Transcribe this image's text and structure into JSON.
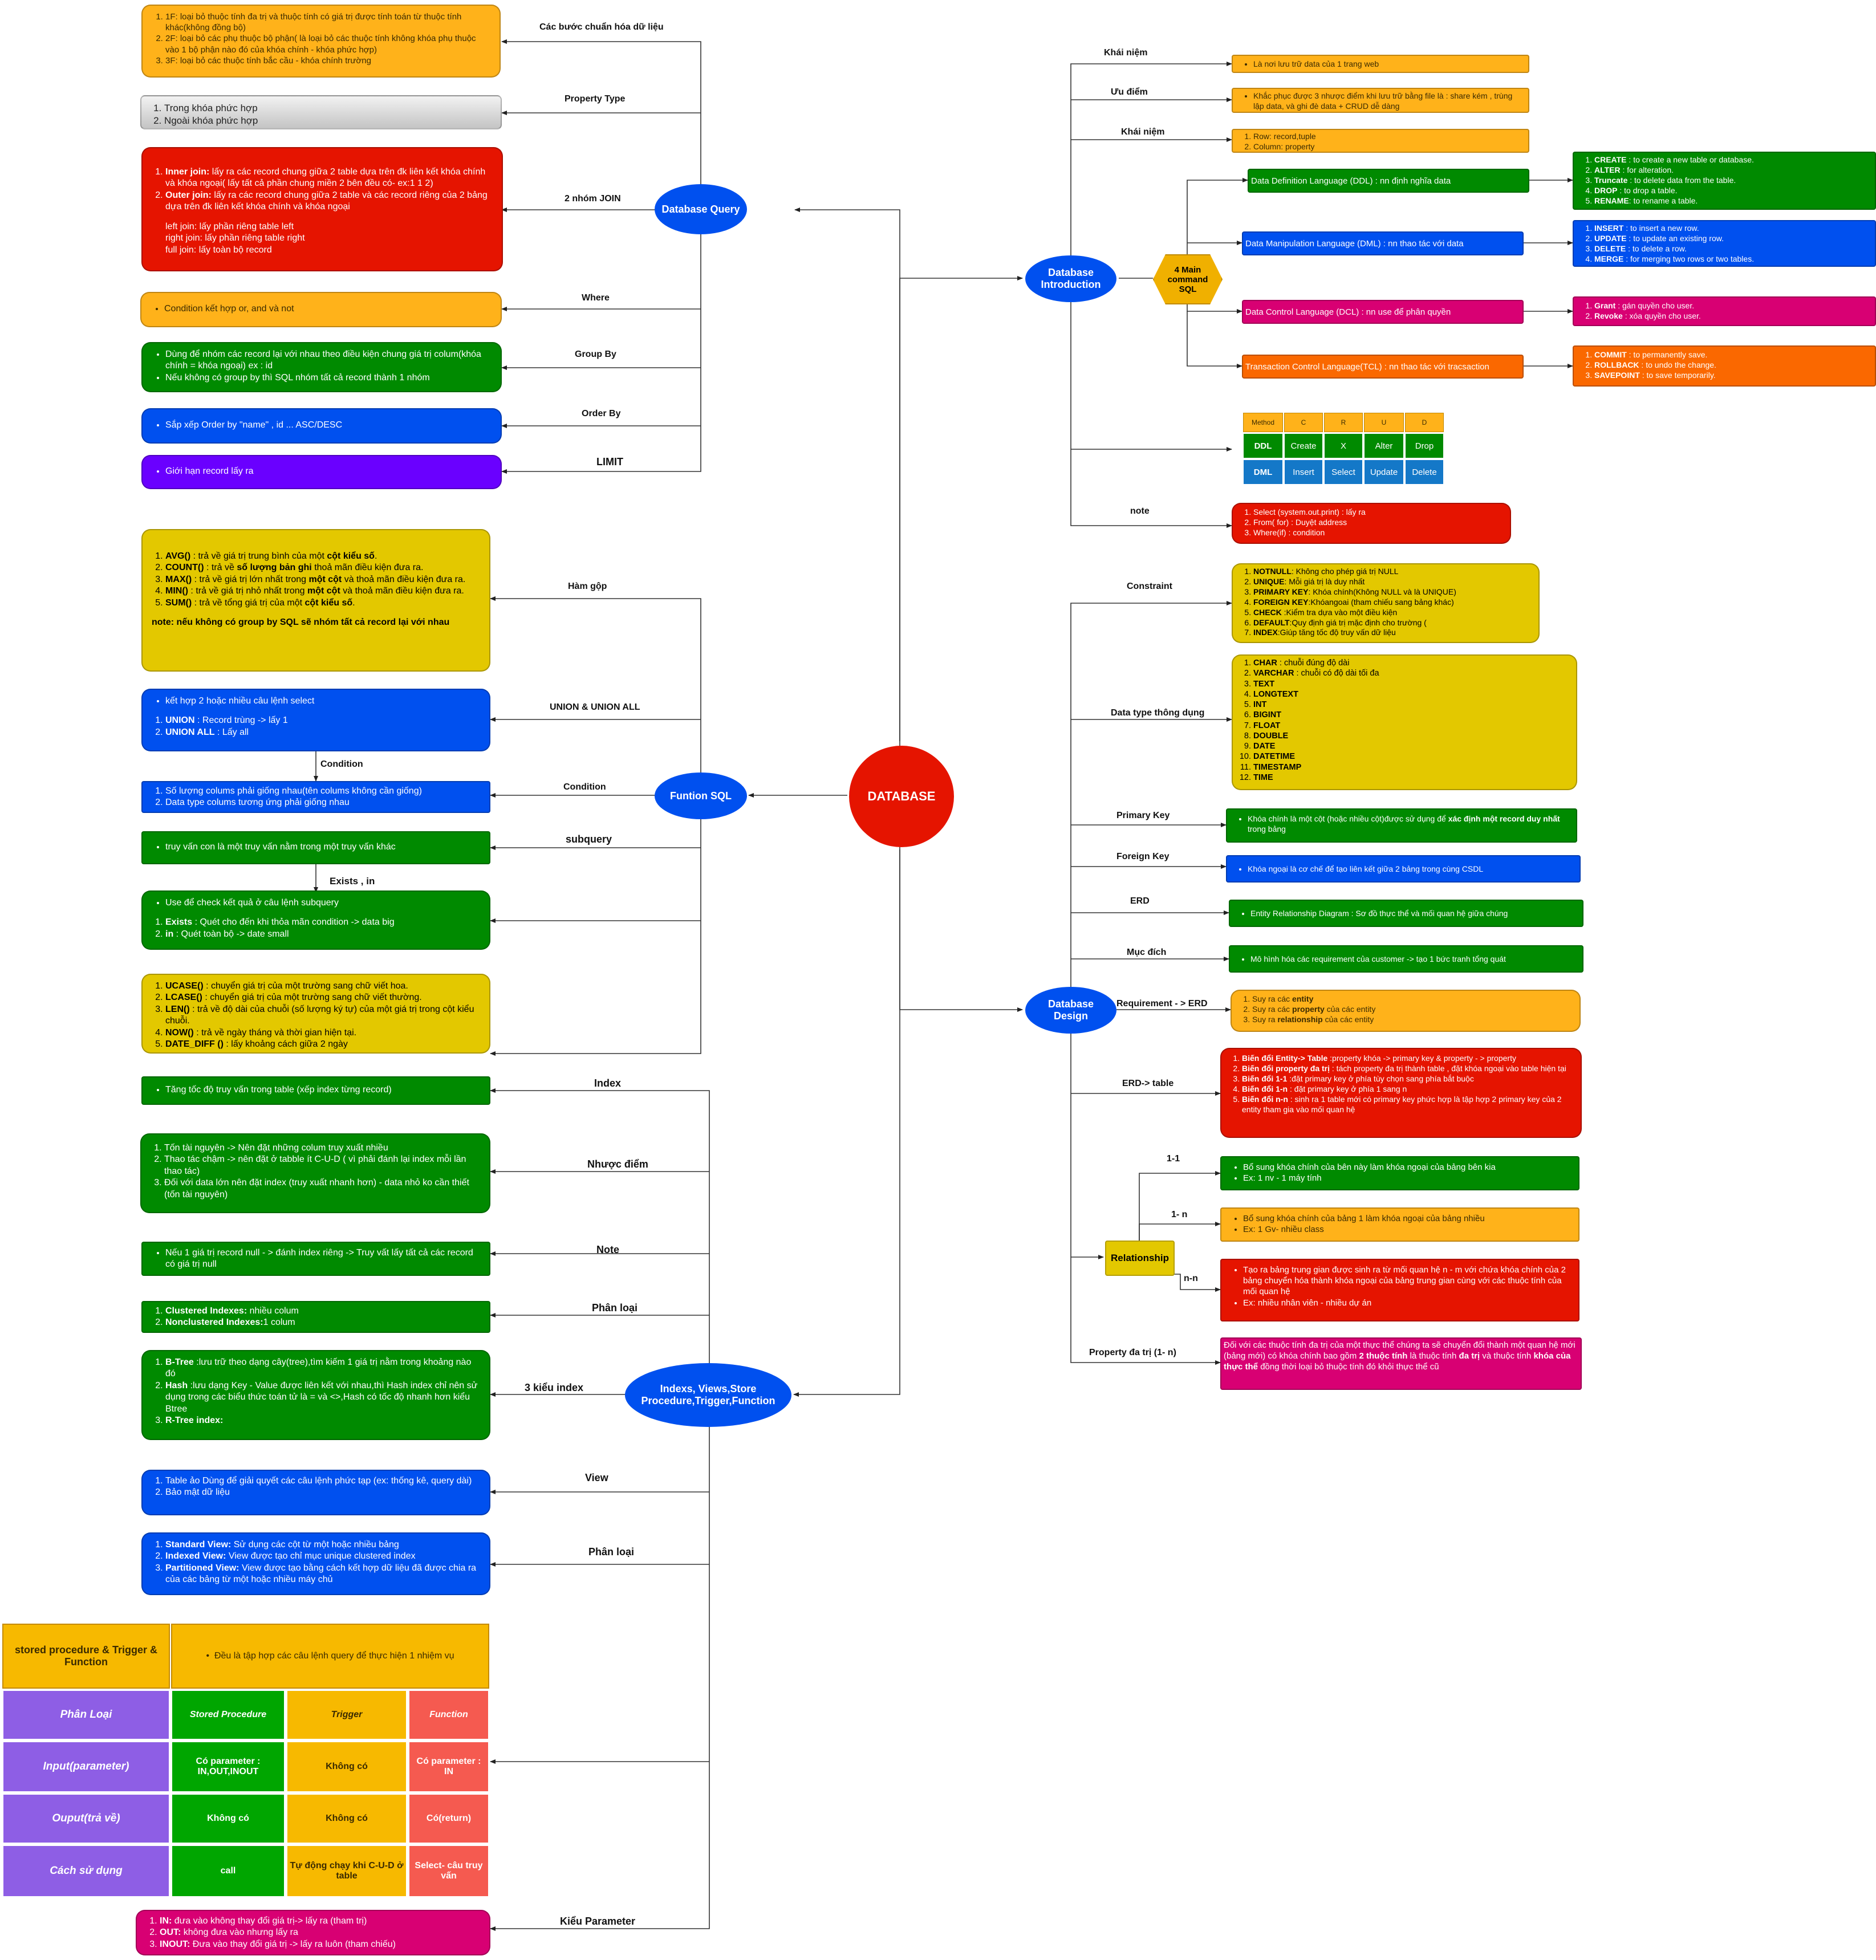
{
  "center": "DATABASE",
  "hubs": {
    "query": "Database Query",
    "intro_l1": "Database",
    "intro_l2": "Introduction",
    "func": "Funtion SQL",
    "design_l1": "Database",
    "design_l2": "Design",
    "index_l1": "Indexs, Views,Store",
    "index_l2": "Procedure,Trigger,Function",
    "commands_l1": "4 Main",
    "commands_l2": "command",
    "commands_l3": "SQL",
    "relationship": "Relationship"
  },
  "query": {
    "labels": [
      "Các bước chuẩn hóa dữ liệu",
      "Property Type",
      "2 nhóm JOIN",
      "Where",
      "Group By",
      "Order By",
      "LIMIT"
    ],
    "normalize": [
      "1F: loại bỏ thuộc tính đa trị và thuộc  tính có giá trị được tính toán từ thuộc tính khác(không đồng bộ)",
      "2F: loại bỏ các phụ thuộc bộ phận( là loại bỏ các thuộc tính không khóa phụ thuộc vào  1 bộ phận nào đó của khóa chính - khóa phức hợp)",
      "3F: loại bỏ các thuộc tính bắc cầu - khóa chính trường"
    ],
    "property_type": [
      "Trong khóa phức hợp",
      "Ngoài khóa phức hợp"
    ],
    "join": {
      "inner_b": "Inner join:",
      "inner": " lấy ra các record chung giữa 2 table dựa trên đk liên kết khóa chính và khóa ngoại( lấy tất cả phần chung miền 2 bên đều có- ex:1 1 2)",
      "outer_b": "Outer join:",
      "outer": " lấy ra các record chung giữa 2 table  và các record riêng của 2 bảng dựa trên đk liên kết khóa chính và khóa ngoại",
      "sub": [
        "left join:  lấy phần riêng table left",
        "right join: lấy phần riêng table right",
        "full join: lấy toàn bộ record"
      ]
    },
    "where": "Condition kết hợp or, and và not",
    "group_by": [
      "Dùng để nhóm các record lại với nhau theo điều kiện chung giá trị colum(khóa chính =  khóa ngoại) ex : id",
      "Nếu không có group by thì SQL nhóm tất cả record thành 1 nhóm"
    ],
    "order_by": "Sắp xếp Order by \"name\" , id ... ASC/DESC",
    "limit": "Giới hạn record lấy ra"
  },
  "intro": {
    "labels": [
      "Khái niệm",
      "Ưu điểm",
      "Khái niệm",
      "note"
    ],
    "concept": "Là nơi lưu trữ data của 1 trang web",
    "advantage": "Khắc phục được 3 nhược điểm khi lưu trữ bằng file là :  share kém , trùng lập data, và ghi đè data + CRUD dễ dàng",
    "concept2": [
      "Row: record,tuple",
      "Column: property"
    ],
    "ddl": "Data Definition Language (DDL) : nn định nghĩa data",
    "dml": "Data Manipulation Language (DML) : nn thao tác với data",
    "dcl": "Data Control Language (DCL) : nn use để phân quyền",
    "tcl": "Transaction Control Language(TCL) : nn thao tác với tracsaction",
    "ddl_items": [
      {
        "b": "CREATE",
        "t": " : to create a new table or database."
      },
      {
        "b": "ALTER",
        "t": " : for alteration."
      },
      {
        "b": "Truncate",
        "t": " : to delete data from the table."
      },
      {
        "b": "DROP",
        "t": " : to drop a table."
      },
      {
        "b": "RENAME",
        "t": ": to rename a table."
      }
    ],
    "dml_items": [
      {
        "b": "INSERT",
        "t": " : to insert a new row."
      },
      {
        "b": "UPDATE",
        "t": " : to update an existing row."
      },
      {
        "b": "DELETE",
        "t": " : to delete a row."
      },
      {
        "b": "MERGE",
        "t": " : for merging two rows or two tables."
      }
    ],
    "dcl_items": [
      {
        "b": "Grant",
        "t": " : gán quyền cho user."
      },
      {
        "b": "Revoke",
        "t": " : xóa quyền cho user."
      }
    ],
    "tcl_items": [
      {
        "b": "COMMIT",
        "t": " : to permanently save."
      },
      {
        "b": "ROLLBACK",
        "t": " : to undo the change."
      },
      {
        "b": "SAVEPOINT",
        "t": " : to save temporarily."
      }
    ],
    "matrix": {
      "header": [
        "Method",
        "C",
        "R",
        "U",
        "D"
      ],
      "rows": [
        [
          "DDL",
          "Create",
          "X",
          "Alter",
          "Drop"
        ],
        [
          "DML",
          "Insert",
          "Select",
          "Update",
          "Delete"
        ]
      ]
    },
    "note": [
      "Select (system.out.print) : lấy ra",
      "From( for) : Duyệt address",
      "Where(if) : condition"
    ]
  },
  "func": {
    "labels": [
      "Hàm gộp",
      "UNION & UNION ALL",
      "Condition",
      "Condition",
      "subquery",
      "Exists , in"
    ],
    "aggregate": [
      {
        "b": "AVG()",
        "t": " : trả về giá trị trung bình của một ",
        "b2": "cột kiểu số",
        "t2": "."
      },
      {
        "b": "COUNT()",
        "t": " :  trả về ",
        "b2": "số lượng bản ghi",
        "t2": " thoả mãn điều kiện đưa ra."
      },
      {
        "b": "MAX()",
        "t": " : trả về giá trị lớn nhất trong ",
        "b2": "một cột",
        "t2": " và thoả mãn điều kiện đưa ra."
      },
      {
        "b": "MIN()",
        "t": " : trả về giá trị nhỏ nhất trong ",
        "b2": "một cột",
        "t2": " và thoả mãn điều kiện đưa ra."
      },
      {
        "b": "SUM()",
        "t": " :  trả về tổng giá trị của một ",
        "b2": "cột kiểu số",
        "t2": "."
      }
    ],
    "aggregate_note": "note: nếu không có group by SQL sẽ nhóm tất cả record lại với nhau",
    "union_intro": "kết hợp 2 hoặc nhiều câu lệnh select",
    "union": [
      {
        "b": "UNION",
        "t": " : Record trùng -> lấy 1"
      },
      {
        "b": "UNION ALL",
        "t": " : Lấy all"
      }
    ],
    "condition": [
      "Số lượng colums phải giống nhau(tên colums không cần giống)",
      "Data type  colums tương ứng phải giống nhau"
    ],
    "subquery": "truy vấn con là một truy vấn nằm trong một truy vấn khác",
    "exists_intro": "Use để check kết quả ở câu lệnh subquery",
    "exists": [
      {
        "b": "Exists",
        "t": " : Quét cho đến khi thỏa mãn condition -> data big"
      },
      {
        "b": "in",
        "t": " : Quét toàn bộ -> date small"
      }
    ],
    "string": [
      {
        "b": "UCASE()",
        "t": " : chuyển giá trị của một trường sang chữ viết hoa."
      },
      {
        "b": "LCASE()",
        "t": " : chuyển giá trị của một trường sang chữ viết thường."
      },
      {
        "b": "LEN()",
        "t": " : trả về độ dài của chuỗi (số lượng ký tự) của một giá trị trong cột kiểu chuỗi."
      },
      {
        "b": "NOW()",
        "t": " :  trả về ngày tháng và thời gian hiện tại."
      },
      {
        "b": "DATE_DIFF ()",
        "t": " : lấy khoảng cách giữa 2 ngày"
      }
    ]
  },
  "design": {
    "labels": [
      "Constraint",
      "Data type thông dụng",
      "Primary Key",
      "Foreign Key",
      "ERD",
      "Mục đích",
      "Requirement - > ERD",
      "ERD-> table",
      "Property đa trị (1- n)"
    ],
    "constraints": [
      {
        "b": "NOTNULL",
        "t": ": Không cho phép giá trị NULL"
      },
      {
        "b": "UNIQUE",
        "t": ": Mỗi giá trị là duy nhất"
      },
      {
        "b": "PRIMARY KEY",
        "t": ": Khóa chính(Không NULL và là UNIQUE)"
      },
      {
        "b": "FOREIGN KEY",
        "t": ":Khóangoai (tham chiếu sang bảng khác)"
      },
      {
        "b": "CHECK",
        "t": " :Kiểm tra dựa vào một điều kiện"
      },
      {
        "b": "DEFAULT",
        "t": ":Quy định giá trị mặc định cho trường ("
      },
      {
        "b": "INDEX",
        "t": ":Giúp tăng tốc độ truy vấn dữ liệu"
      }
    ],
    "datatypes": [
      {
        "b": "CHAR",
        "t": " : chuỗi đúng độ dài"
      },
      {
        "b": "VARCHAR",
        "t": " : chuỗi có độ dài tối đa"
      },
      {
        "b": "TEXT",
        "t": ""
      },
      {
        "b": "LONGTEXT",
        "t": ""
      },
      {
        "b": "INT",
        "t": ""
      },
      {
        "b": "BIGINT",
        "t": ""
      },
      {
        "b": "FLOAT",
        "t": ""
      },
      {
        "b": "DOUBLE",
        "t": ""
      },
      {
        "b": "DATE",
        "t": ""
      },
      {
        "b": "DATETIME",
        "t": ""
      },
      {
        "b": "TIMESTAMP",
        "t": ""
      },
      {
        "b": "TIME",
        "t": ""
      }
    ],
    "primary_a": "Khóa chính là một cột (hoặc nhiều cột)được sử dụng để ",
    "primary_b": "xác định một record duy nhất",
    "primary_c": " trong bảng",
    "foreign": "Khóa ngoại là cơ chế để tạo liên kết giữa 2 bảng trong cùng CSDL",
    "erd": "Entity Relationship Diagram : Sơ đồ thực thể và mối quan hệ giữa chúng",
    "purpose": "Mô hình hóa các requirement của customer -> tạo 1 bức tranh tổng quát",
    "requirement": [
      {
        "t": "Suy ra các ",
        "b": "entity",
        "t2": ""
      },
      {
        "t": "Suy ra các ",
        "b": "property",
        "t2": " của các entity"
      },
      {
        "t": "Suy ra ",
        "b": "relationship",
        "t2": " của các entity"
      }
    ],
    "erd_table": [
      {
        "b": "Biến đổi Entity-> Table",
        "t": " :property khóa -> primary key  & property - > property"
      },
      {
        "b": "Biến đổi property đa trị",
        "t": " : tách property  đa trị thành table , đặt khóa ngoại vào table hiện tại"
      },
      {
        "b": "Biến đổi 1-1",
        "t": " :đặt primary key ở phía tùy chọn sang phía bắt buộc"
      },
      {
        "b": "Biến đổi  1-n",
        "t": " : đặt primary key ở phía 1  sang n"
      },
      {
        "b": "Biến đổi n-n",
        "t": " : sinh ra 1 table mới có primary key phức hợp  là tập hợp 2 primary key của 2 entity  tham gia vào mối quan hệ"
      }
    ],
    "rel_labels": [
      "1-1",
      "1- n",
      "n-n"
    ],
    "one_one": [
      "Bổ sung khóa chính của bên này làm khóa ngoại của bảng bên kia",
      "Ex: 1 nv -  1 máy tính"
    ],
    "one_n": [
      "Bổ sung khóa chính của bảng 1 làm khóa ngoại của bảng nhiều",
      "Ex: 1 Gv-  nhiều class"
    ],
    "n_n": [
      "Tạo ra bảng trung gian được sinh ra từ mối quan hệ n - m với chứa khóa chính của 2 bảng chuyển hóa thành khóa ngoại của bảng trung gian cùng với các thuộc tính của mối quan hệ",
      "Ex: nhiều nhân viên - nhiều dự án"
    ],
    "multi_a": "Đối với các thuộc tính đa trị của một thực thể chúng ta sẽ chuyển đổi thành một quan hệ mới (bảng mới) có khóa chính bao gồm ",
    "multi_b": "2 thuộc tính",
    "multi_c": " là thuộc tính ",
    "multi_d": "đa trị",
    "multi_e": " và thuộc tính ",
    "multi_f": "khóa của thực thể",
    "multi_g": " đồng thời loại bỏ thuộc tính đó khỏi thực thể cũ"
  },
  "index": {
    "labels": [
      "Index",
      "Nhược điểm",
      "Note",
      "Phân loại",
      "3 kiểu index",
      "View",
      "Phân loại",
      "Kiểu Parameter"
    ],
    "index": "Tăng tốc độ truy vấn trong table (xếp index từng record)",
    "cons": [
      "Tốn tài nguyên -> Nên đặt những colum truy xuất nhiều",
      "Thao tác chậm -> nên đặt  ở tabble ít C-U-D ( vì phải đánh lại index mỗi lần thao tác)",
      "Đối với data lớn nên đặt index (truy xuất nhanh hơn) - data nhỏ ko cần thiết (tốn tài nguyên)"
    ],
    "note": "Nếu 1 giá trị record null - > đánh index riêng -> Truy vất lấy tất cả các record có giá trị null",
    "types": [
      {
        "b": "Clustered Indexes:",
        "t": " nhiều colum"
      },
      {
        "b": "Nonclustered Indexes:",
        "t": "1 colum"
      }
    ],
    "kinds": [
      {
        "b": "B-Tree",
        "t": " :lưu trữ theo dạng cây(tree),tìm kiếm 1 giá trị nằm trong khoảng nào đó"
      },
      {
        "b": "Hash",
        "t": " :lưu dạng Key - Value được liên kết với nhau,thì Hash index chỉ nên sử dụng trong các biểu thức toán tử là = và <>,Hash có tốc độ nhanh hơn kiểu Btree"
      },
      {
        "b": "R-Tree index:",
        "t": ""
      }
    ],
    "view": [
      "Table ảo Dùng để giải quyết các câu lệnh phức tạp (ex: thống kê, query dài)",
      "Bảo mật dữ liệu"
    ],
    "view_types": [
      {
        "b": "Standard View:",
        "t": " Sử dụng các cột từ một hoặc nhiều bảng"
      },
      {
        "b": "Indexed View:",
        "t": " View được tạo chỉ mục unique clustered index"
      },
      {
        "b": "Partitioned View:",
        "t": " View được tạo bằng cách kết hợp dữ liệu đã được chia ra của các bảng từ một hoặc nhiều máy chủ"
      }
    ],
    "params": [
      {
        "b": "IN:",
        "t": " đưa vào không thay đổi giá trị-> lấy ra (tham trị)"
      },
      {
        "b": "OUT:",
        "t": " không đưa vào nhưng lấy ra"
      },
      {
        "b": "INOUT:",
        "t": " Đưa vào thay đổi giá trị -> lấy ra luôn (tham chiếu)"
      }
    ]
  },
  "proc_table": {
    "title": "stored procedure & Trigger & Function",
    "desc": "Đều là tập hợp các câu lệnh query để thực hiện 1 nhiệm vụ",
    "rows": [
      [
        "Phân Loại",
        "Stored Procedure",
        "Trigger",
        "Function"
      ],
      [
        "Input(parameter)",
        "Có parameter : IN,OUT,INOUT",
        "Không có",
        "Có parameter : IN"
      ],
      [
        "Ouput(trả về)",
        "Không có",
        "Không có",
        "Có(return)"
      ],
      [
        "Cách sử dụng",
        "call",
        "Tự động chạy khi C-U-D ở table",
        "Select- câu truy vấn"
      ]
    ]
  },
  "colors": {
    "red": "#e51400",
    "blue": "#0050ef",
    "green": "#008a00",
    "orange": "#ffb21a",
    "yellow": "#e3c800",
    "magenta": "#d80073",
    "violet": "#6a00ff",
    "orange2": "#fa6800"
  }
}
